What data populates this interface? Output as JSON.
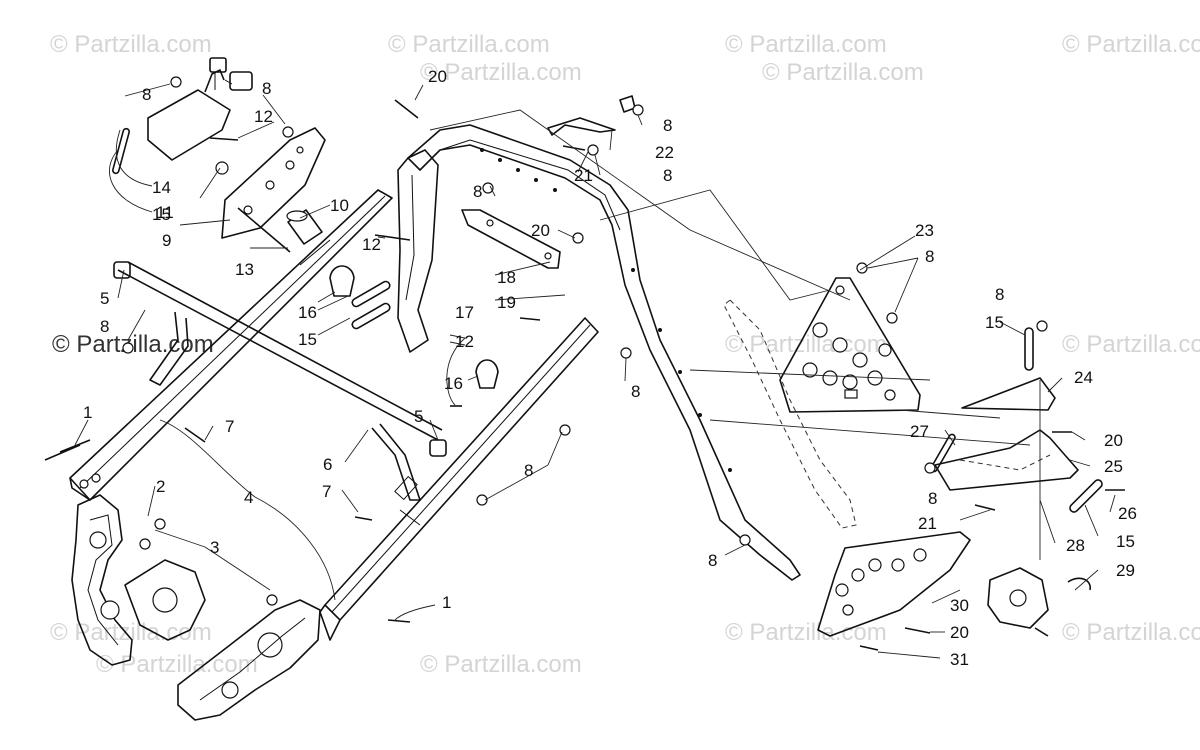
{
  "watermark": {
    "text": "© Partzilla.com",
    "color": "#d4d4d4",
    "dark_color": "#333333"
  },
  "callouts": [
    "1",
    "1",
    "2",
    "3",
    "4",
    "5",
    "5",
    "6",
    "7",
    "7",
    "8",
    "8",
    "8",
    "8",
    "8",
    "8",
    "8",
    "8",
    "8",
    "8",
    "8",
    "8",
    "9",
    "10",
    "11",
    "12",
    "12",
    "12",
    "13",
    "14",
    "15",
    "15",
    "15",
    "15",
    "16",
    "16",
    "17",
    "18",
    "19",
    "20",
    "20",
    "20",
    "20",
    "21",
    "21",
    "22",
    "23",
    "24",
    "25",
    "26",
    "27",
    "28",
    "29",
    "30",
    "31"
  ]
}
